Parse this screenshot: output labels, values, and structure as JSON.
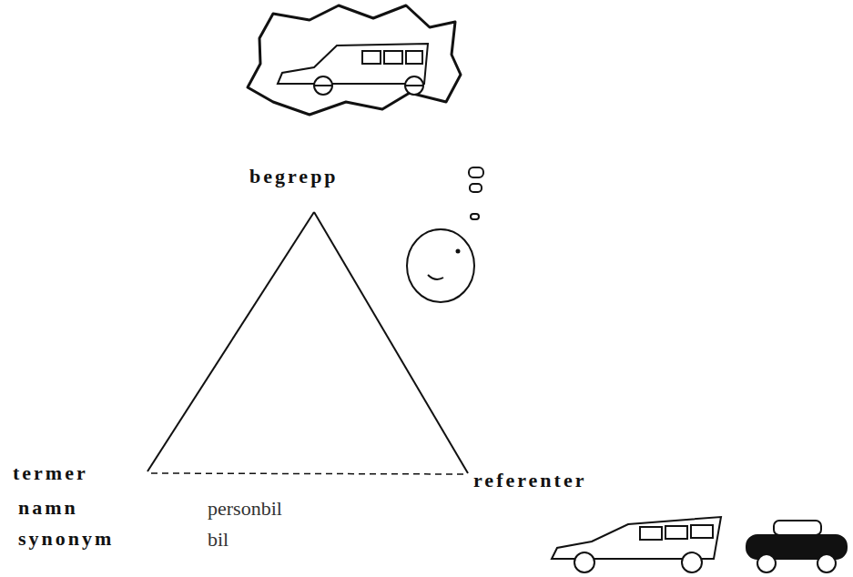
{
  "diagram": {
    "labels": [
      "begrepp",
      "termer",
      "referenter",
      "namn",
      "personbil",
      "synonym",
      "bil"
    ]
  }
}
